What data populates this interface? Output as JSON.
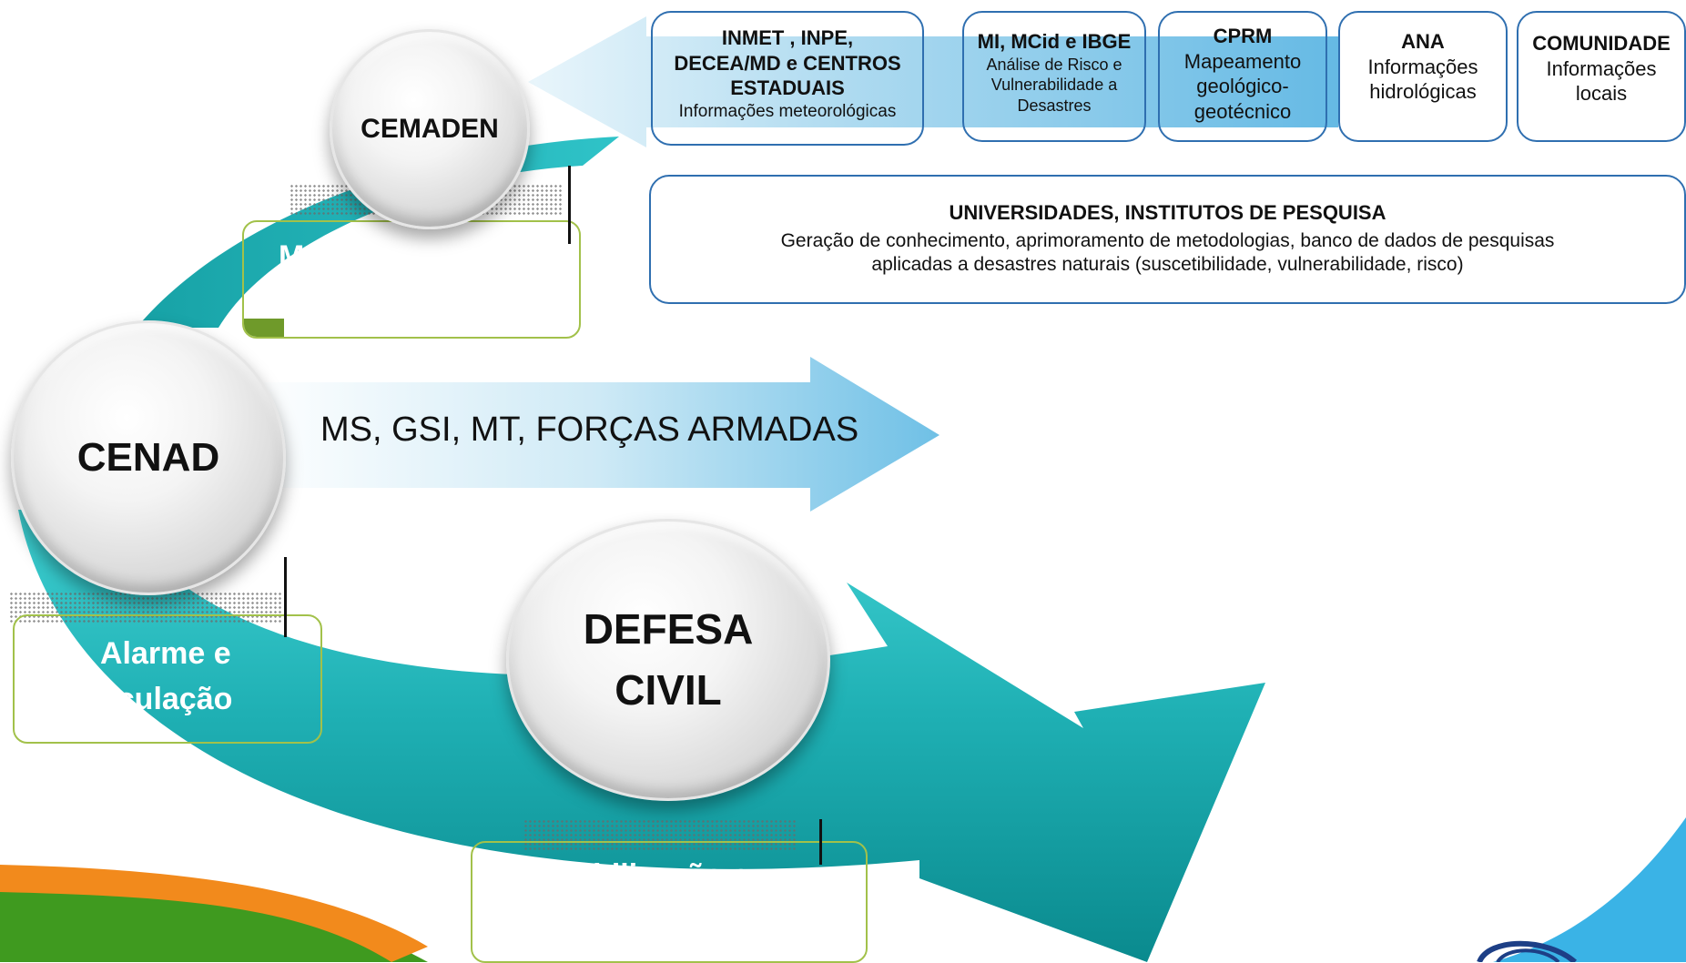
{
  "colors": {
    "teal_light": "#35c8cc",
    "teal_dark": "#0a8f93",
    "arrow_blue": "#7cc6e8",
    "box_border": "#2f6fb0",
    "label_border": "#a2c14a",
    "stripe_green": "#3f9a1f",
    "stripe_orange": "#f28a1c",
    "corner_blue": "#3ab3e6"
  },
  "nodes": {
    "cemaden": "CEMADEN",
    "cenad": "CENAD",
    "defesa_civil_line1": "DEFESA",
    "defesa_civil_line2": "CIVIL"
  },
  "middle_arrow": {
    "label": "MS, GSI, MT, FORÇAS ARMADAS"
  },
  "sources": [
    {
      "title_lines": [
        "INMET , INPE,",
        "DECEA/MD e CENTROS",
        "ESTADUAIS"
      ],
      "desc_lines": [
        "Informações meteorológicas"
      ]
    },
    {
      "title_lines": [
        "MI, MCid e IBGE"
      ],
      "desc_lines": [
        "Análise de Risco e",
        "Vulnerabilidade a",
        "Desastres"
      ]
    },
    {
      "title_lines": [
        "CPRM"
      ],
      "desc_lines": [
        "Mapeamento",
        "geológico-",
        "geotécnico"
      ]
    },
    {
      "title_lines": [
        "ANA"
      ],
      "desc_lines": [
        "Informações",
        "hidrológicas"
      ]
    },
    {
      "title_lines": [
        "COMUNIDADE"
      ],
      "desc_lines": [
        "Informações",
        "locais"
      ]
    }
  ],
  "universities": {
    "title": "UNIVERSIDADES, INSTITUTOS DE PESQUISA",
    "desc_line1": "Geração de conhecimento, aprimoramento de metodologias, banco de dados de pesquisas",
    "desc_line2": "aplicadas a desastres naturais (suscetibilidade, vulnerabilidade, risco)"
  },
  "labels": {
    "monitoring": "Mon",
    "alarm_line1": "Alarme e",
    "alarm_line2": "ticulação",
    "mobilization": "Mobilização e"
  }
}
